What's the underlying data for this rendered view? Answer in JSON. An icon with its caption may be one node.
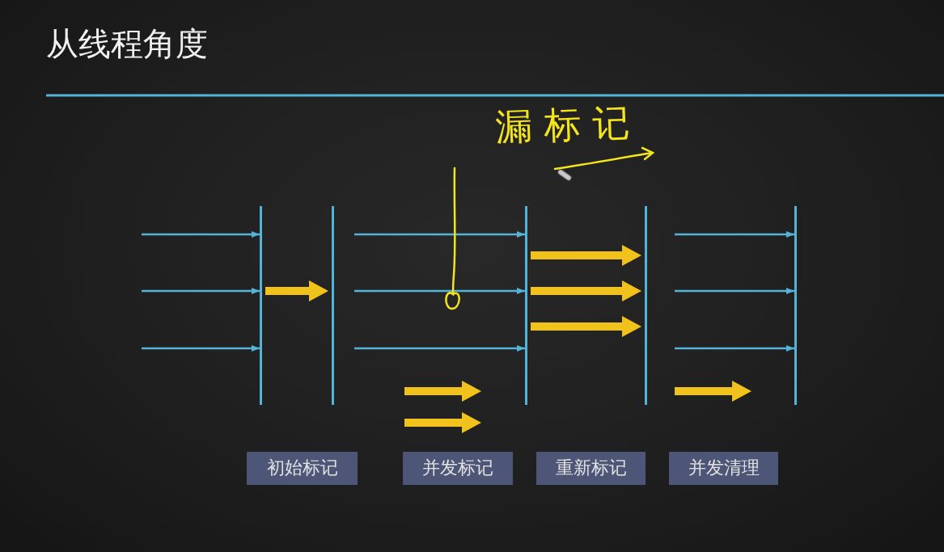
{
  "diagram": {
    "title": "从线程角度",
    "nodes": [
      {
        "text": [],
        "shape": "bar"
      },
      {
        "text": [],
        "shape": "bar"
      },
      {
        "text": [],
        "shape": "bar"
      },
      {
        "text": [],
        "shape": "bar"
      },
      {
        "text": [],
        "shape": "bar"
      },
      {
        "text": [
          "初始标记"
        ]
      },
      {
        "text": [
          "并发标记"
        ]
      },
      {
        "text": [
          "重新标记"
        ]
      },
      {
        "text": [
          "并发清理"
        ]
      }
    ],
    "edges": [
      {
        "from": null,
        "to": 0,
        "arrow": "to"
      },
      {
        "from": null,
        "to": 0,
        "arrow": "to"
      },
      {
        "from": null,
        "to": 0,
        "arrow": "to"
      },
      {
        "from": 0,
        "to": 1,
        "arrow": "to",
        "style": "thick",
        "color": "#f2c21c"
      },
      {
        "from": null,
        "to": 2,
        "arrow": "to"
      },
      {
        "from": null,
        "to": 2,
        "arrow": "to"
      },
      {
        "from": null,
        "to": 2,
        "arrow": "to"
      },
      {
        "from": 2,
        "to": 3,
        "arrow": "to",
        "style": "thick",
        "color": "#f2c21c"
      },
      {
        "from": 2,
        "to": 3,
        "arrow": "to",
        "style": "thick",
        "color": "#f2c21c"
      },
      {
        "from": 2,
        "to": 3,
        "arrow": "to",
        "style": "thick",
        "color": "#f2c21c"
      },
      {
        "from": null,
        "to": 4,
        "arrow": "to"
      },
      {
        "from": null,
        "to": 4,
        "arrow": "to"
      },
      {
        "from": null,
        "to": 4,
        "arrow": "to"
      }
    ],
    "labels": [
      "漏标记"
    ]
  }
}
